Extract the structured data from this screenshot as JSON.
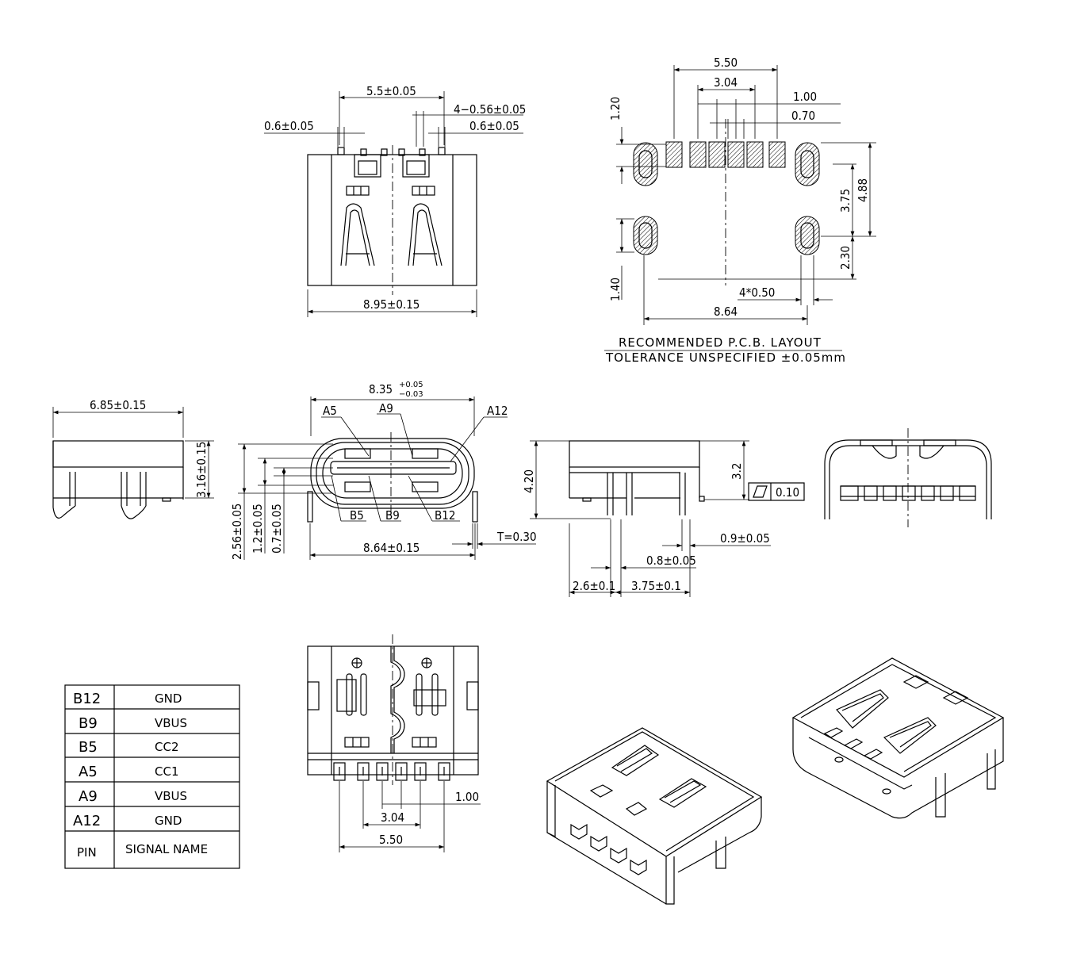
{
  "top_view": {
    "dim_width_top": "5.5±0.05",
    "dim_pin_left": "0.6±0.05",
    "dim_pin_count": "4−0.56±0.05",
    "dim_pin_right": "0.6±0.05",
    "dim_width_overall": "8.95±0.15"
  },
  "pcb_layout": {
    "dim_550": "5.50",
    "dim_304": "3.04",
    "dim_100": "1.00",
    "dim_070": "0.70",
    "dim_120": "1.20",
    "dim_375": "3.75",
    "dim_488": "4.88",
    "dim_230": "2.30",
    "dim_140": "1.40",
    "dim_4x050": "4*0.50",
    "dim_864": "8.64",
    "note_line1": "RECOMMENDED   P.C.B.  LAYOUT",
    "note_line2": "TOLERANCE  UNSPECIFIED  ±0.05mm"
  },
  "side_view": {
    "dim_depth": "6.85±0.15",
    "dim_height": "3.16±0.15"
  },
  "front_view": {
    "dim_width_main": "8.35",
    "dim_width_tol_plus": "+0.05",
    "dim_width_tol_minus": "−0.03",
    "pin_a5": "A5",
    "pin_a9": "A9",
    "pin_a12": "A12",
    "pin_b5": "B5",
    "pin_b9": "B9",
    "pin_b12": "B12",
    "dim_256": "2.56±0.05",
    "dim_12": "1.2±0.05",
    "dim_07": "0.7±0.05",
    "dim_864": "8.64±0.15",
    "dim_thickness": "T=0.30"
  },
  "right_view": {
    "dim_420": "4.20",
    "dim_32": "3.2",
    "flatness": "0.10",
    "dim_09": "0.9±0.05",
    "dim_08": "0.8±0.05",
    "dim_26": "2.6±0.1",
    "dim_375": "3.75±0.1"
  },
  "bottom_view": {
    "dim_100": "1.00",
    "dim_304": "3.04",
    "dim_550": "5.50"
  },
  "pin_table": {
    "rows": [
      {
        "pin": "B12",
        "signal": "GND"
      },
      {
        "pin": "B9",
        "signal": "VBUS"
      },
      {
        "pin": "B5",
        "signal": "CC2"
      },
      {
        "pin": "A5",
        "signal": "CC1"
      },
      {
        "pin": "A9",
        "signal": "VBUS"
      },
      {
        "pin": "A12",
        "signal": "GND"
      }
    ],
    "header_pin": "PIN",
    "header_signal": "SIGNAL  NAME"
  }
}
